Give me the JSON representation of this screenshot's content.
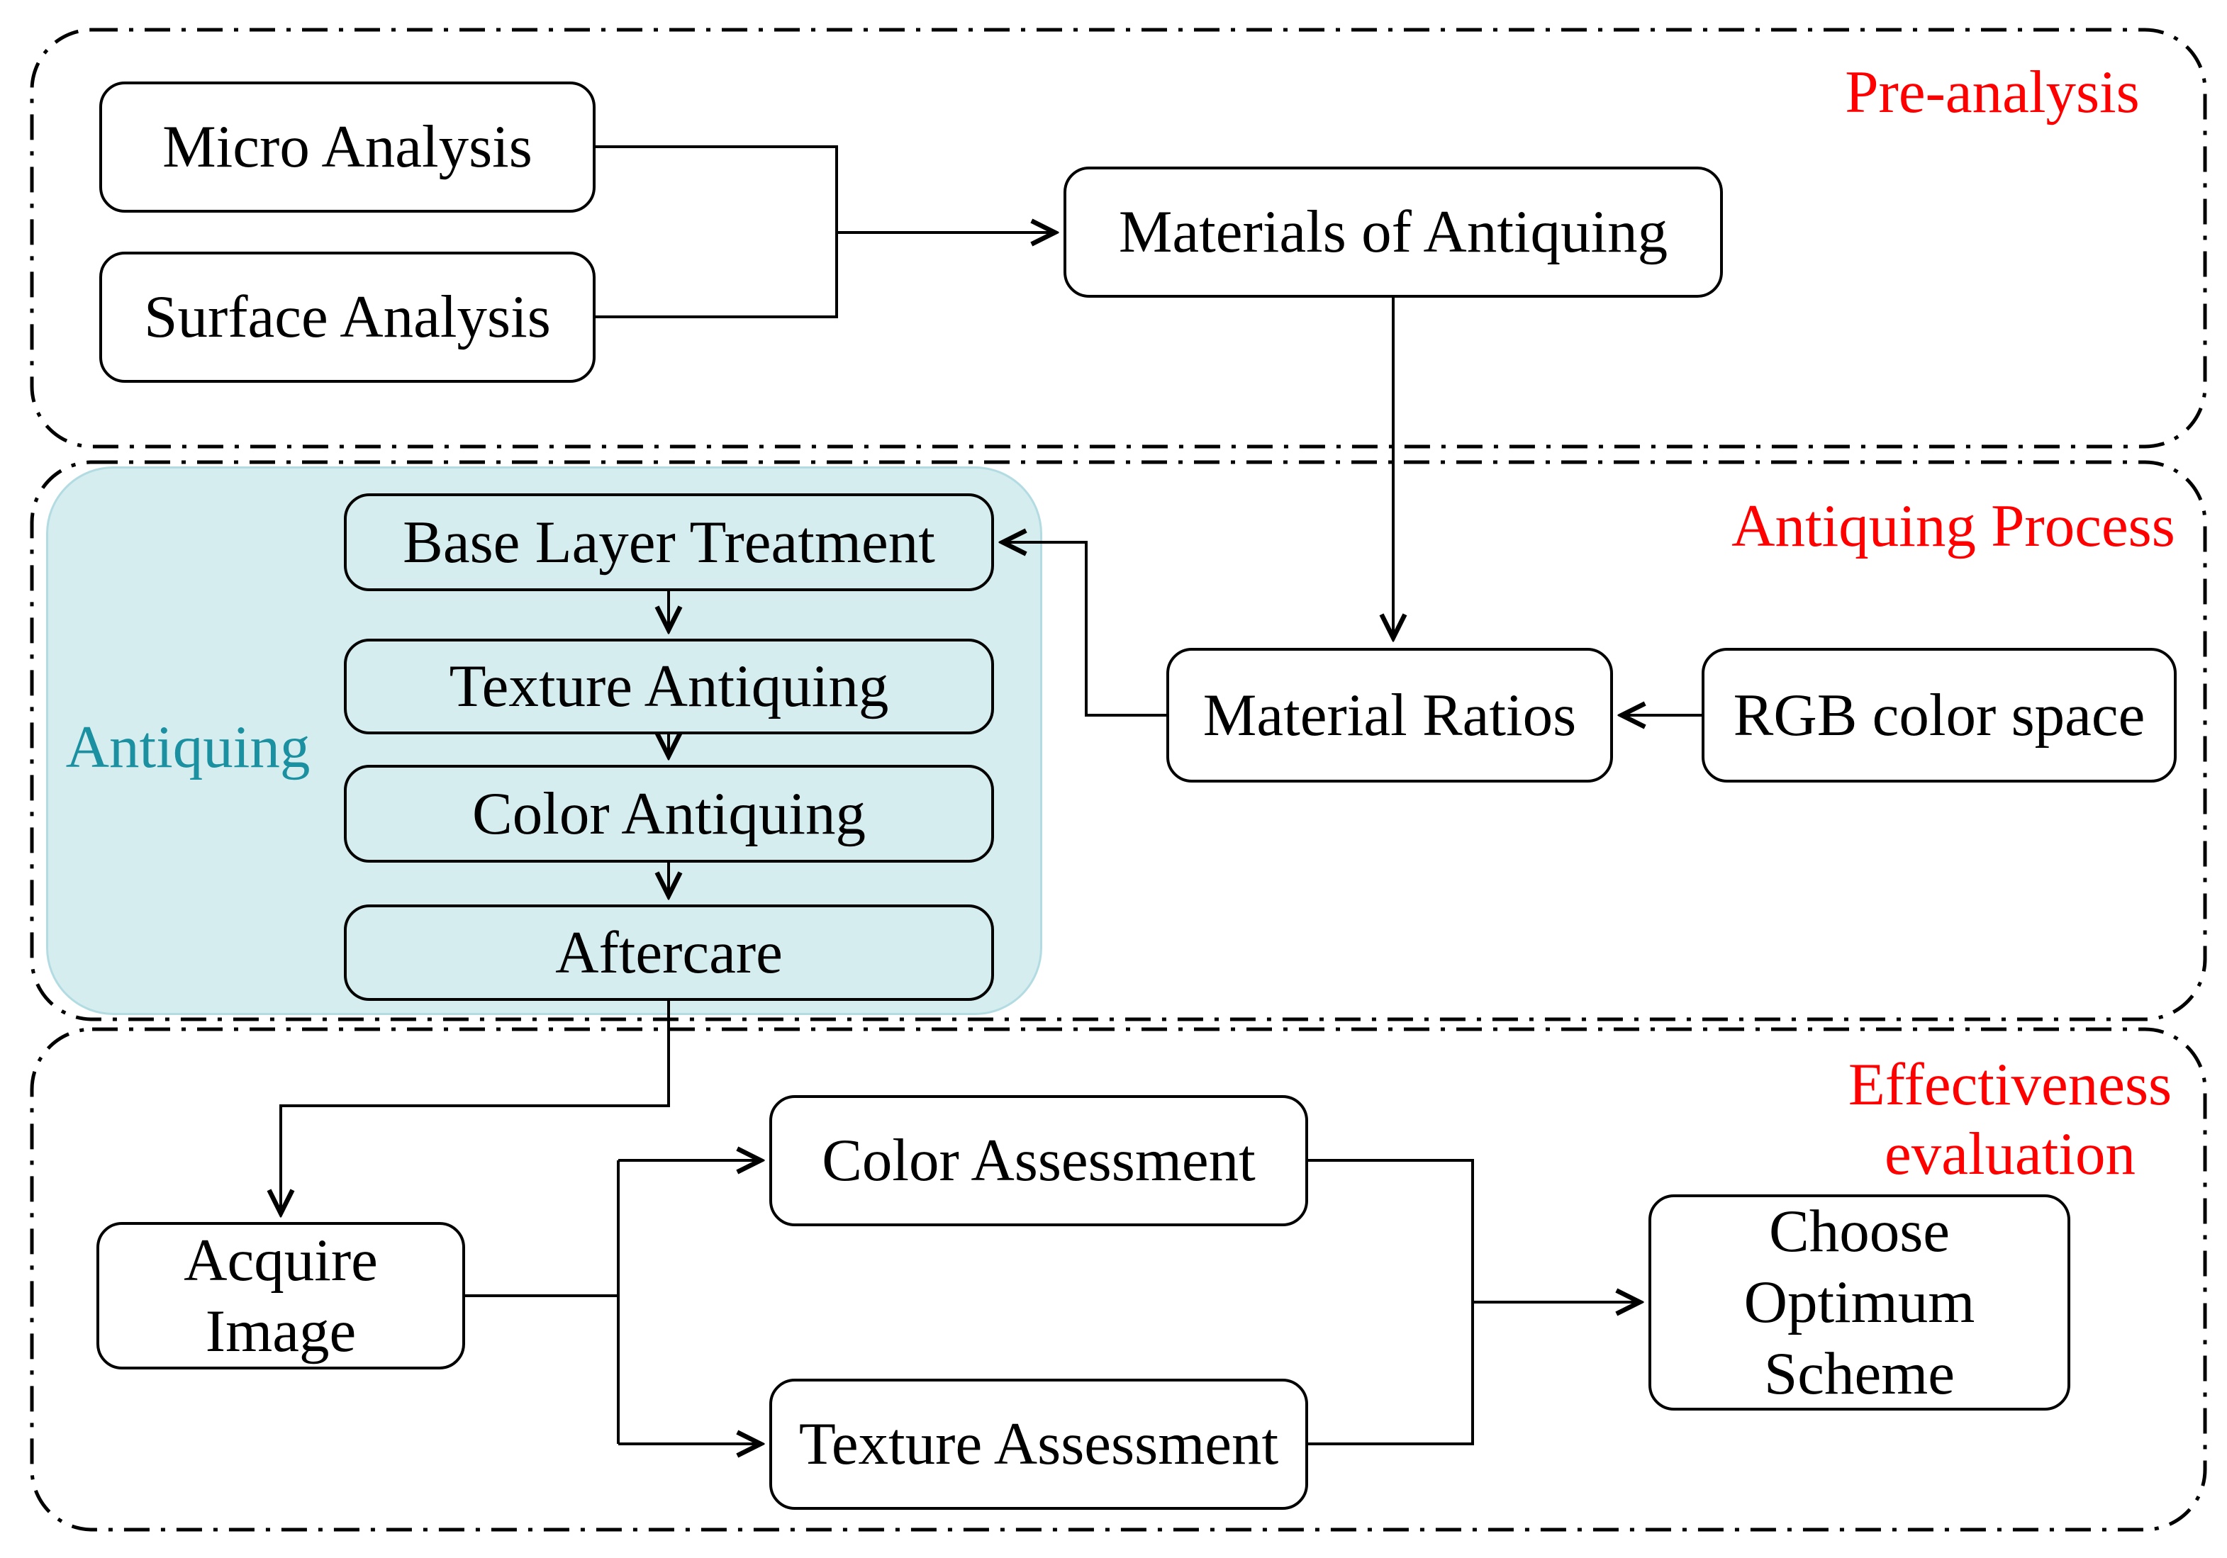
{
  "figure": {
    "type": "flowchart",
    "background": "#ffffff"
  },
  "sections": {
    "pre_analysis": {
      "label": "Pre-analysis"
    },
    "antiquing_process": {
      "label": "Antiquing Process"
    },
    "effectiveness_evaluation": {
      "line1": "Effectiveness",
      "line2": "evaluation"
    }
  },
  "group": {
    "label": "Antiquing",
    "fill": "#d6edf0",
    "border": "#b2dce2",
    "label_color": "#1b90a0"
  },
  "nodes": {
    "micro_analysis": "Micro Analysis",
    "surface_analysis": "Surface Analysis",
    "materials_of_antiquing": "Materials of Antiquing",
    "material_ratios": "Material Ratios",
    "rgb_color_space": "RGB color space",
    "base_layer_treatment": "Base Layer Treatment",
    "texture_antiquing": "Texture Antiquing",
    "color_antiquing": "Color Antiquing",
    "aftercare": "Aftercare",
    "acquire_image": {
      "line1": "Acquire",
      "line2": "Image"
    },
    "color_assessment": "Color Assessment",
    "texture_assessment": "Texture Assessment",
    "choose_optimum_scheme": {
      "line1": "Choose",
      "line2": "Optimum",
      "line3": "Scheme"
    }
  },
  "colors": {
    "section_label": "#fe0000",
    "section_border": "#000000",
    "box_border": "#000000",
    "connector": "#000000",
    "text": "#000000"
  }
}
